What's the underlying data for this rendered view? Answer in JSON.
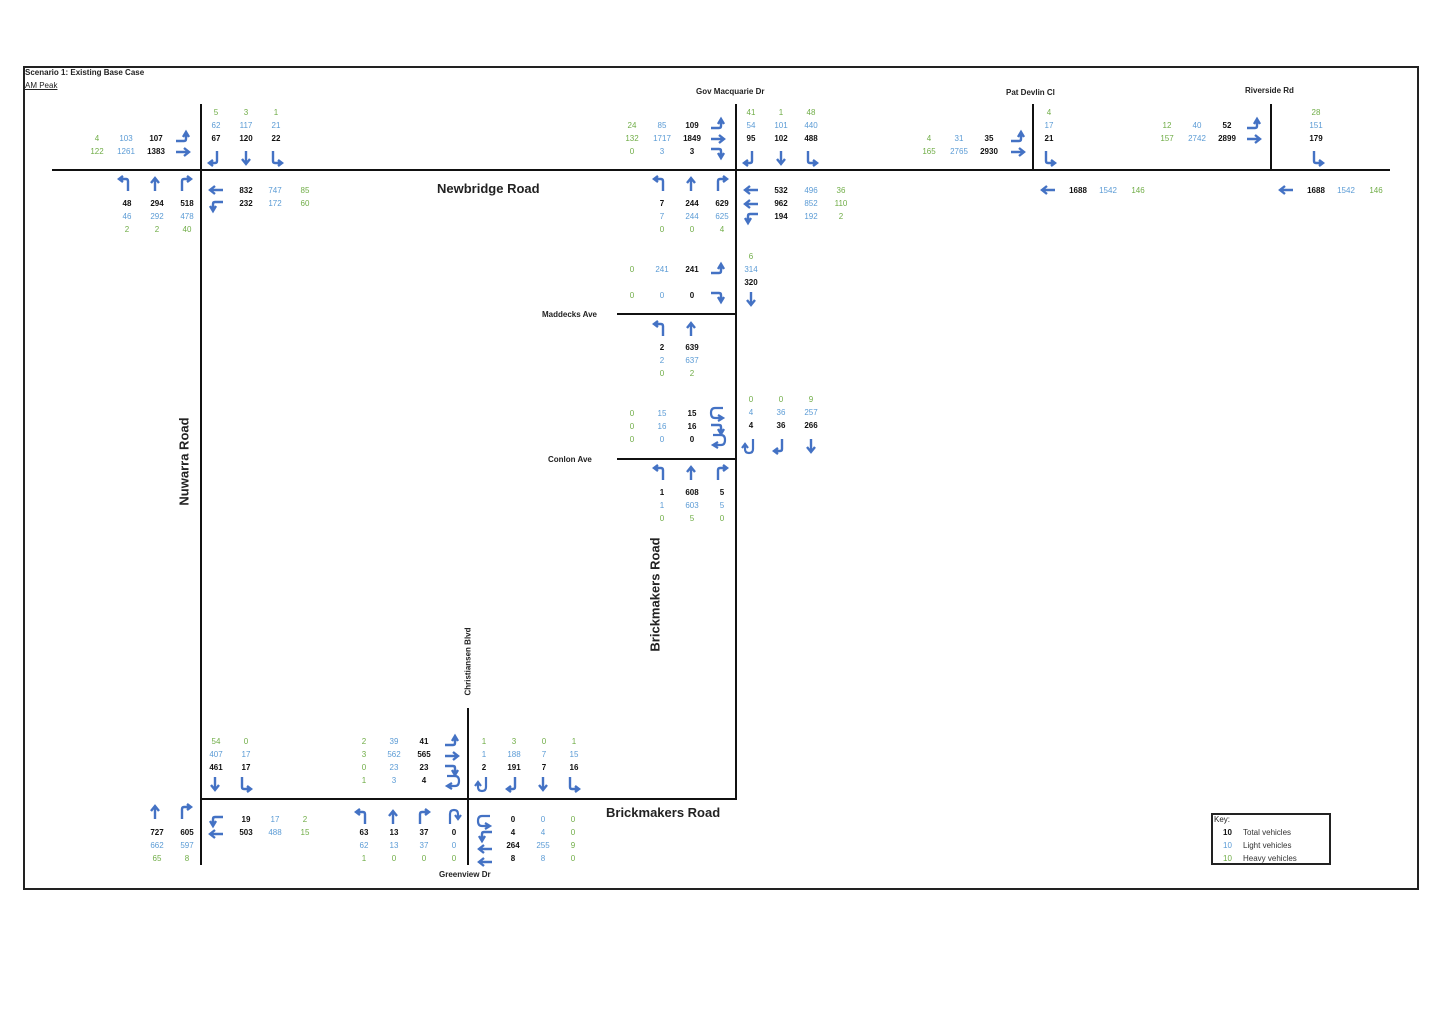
{
  "scenario": {
    "title": "Scenario 1: Existing Base Case",
    "period": "AM Peak"
  },
  "streets": {
    "newbridge": "Newbridge Road",
    "gov_macquarie": "Gov Macquarie Dr",
    "pat_devlin": "Pat Devlin Cl",
    "riverside": "Riverside Rd",
    "nuwarra": "Nuwarra Road",
    "brickmakers_v": "Brickmakers Road",
    "brickmakers_h": "Brickmakers Road",
    "maddecks": "Maddecks Ave",
    "conlon": "Conlon Ave",
    "christiansen": "Christiansen Blvd",
    "greenview": "Greenview Dr"
  },
  "legend": {
    "title": "Key:",
    "total": {
      "num": "10",
      "label": "Total vehicles"
    },
    "light": {
      "num": "10",
      "label": "Light vehicles"
    },
    "heavy": {
      "num": "10",
      "label": "Heavy vehicles"
    }
  },
  "colors": {
    "total": "#111111",
    "light": "#5b9bd5",
    "heavy": "#70ad47",
    "arrow": "#4472c4"
  },
  "approaches": [
    {
      "id": "nuw-n-s",
      "columns": [
        {
          "total": "67",
          "light": "62",
          "heavy": "5"
        },
        {
          "total": "120",
          "light": "117",
          "heavy": "3"
        },
        {
          "total": "22",
          "light": "21",
          "heavy": "1"
        }
      ]
    },
    {
      "id": "nuw-w-e",
      "rows": [
        {
          "total": "107",
          "light": "103",
          "heavy": "4"
        },
        {
          "total": "1383",
          "light": "1261",
          "heavy": "122"
        }
      ]
    },
    {
      "id": "nuw-e-w",
      "rows": [
        {
          "total": "832",
          "light": "747",
          "heavy": "85"
        },
        {
          "total": "232",
          "light": "172",
          "heavy": "60"
        }
      ]
    },
    {
      "id": "nuw-s-n",
      "columns": [
        {
          "total": "48",
          "light": "46",
          "heavy": "2"
        },
        {
          "total": "294",
          "light": "292",
          "heavy": "2"
        },
        {
          "total": "518",
          "light": "478",
          "heavy": "40"
        }
      ]
    },
    {
      "id": "gov-n-s",
      "columns": [
        {
          "total": "95",
          "light": "54",
          "heavy": "41"
        },
        {
          "total": "102",
          "light": "101",
          "heavy": "1"
        },
        {
          "total": "488",
          "light": "440",
          "heavy": "48"
        }
      ]
    },
    {
      "id": "gov-w-e",
      "rows": [
        {
          "total": "109",
          "light": "85",
          "heavy": "24"
        },
        {
          "total": "1849",
          "light": "1717",
          "heavy": "132"
        },
        {
          "total": "3",
          "light": "3",
          "heavy": "0"
        }
      ]
    },
    {
      "id": "gov-e-w",
      "rows": [
        {
          "total": "532",
          "light": "496",
          "heavy": "36"
        },
        {
          "total": "962",
          "light": "852",
          "heavy": "110"
        },
        {
          "total": "194",
          "light": "192",
          "heavy": "2"
        }
      ]
    },
    {
      "id": "gov-s-n",
      "columns": [
        {
          "total": "7",
          "light": "7",
          "heavy": "0"
        },
        {
          "total": "244",
          "light": "244",
          "heavy": "0"
        },
        {
          "total": "629",
          "light": "625",
          "heavy": "4"
        }
      ]
    },
    {
      "id": "pat-w-e",
      "rows": [
        {
          "total": "35",
          "light": "31",
          "heavy": "4"
        },
        {
          "total": "2930",
          "light": "2765",
          "heavy": "165"
        }
      ]
    },
    {
      "id": "pat-n-s",
      "columns": [
        {
          "total": "21",
          "light": "17",
          "heavy": "4"
        }
      ]
    },
    {
      "id": "pat-e-w",
      "rows": [
        {
          "total": "1688",
          "light": "1542",
          "heavy": "146"
        }
      ]
    },
    {
      "id": "riv-w-e",
      "rows": [
        {
          "total": "52",
          "light": "40",
          "heavy": "12"
        },
        {
          "total": "2899",
          "light": "2742",
          "heavy": "157"
        }
      ]
    },
    {
      "id": "riv-n-s",
      "columns": [
        {
          "total": "179",
          "light": "151",
          "heavy": "28"
        }
      ]
    },
    {
      "id": "riv-e-w",
      "rows": [
        {
          "total": "1688",
          "light": "1542",
          "heavy": "146"
        }
      ]
    },
    {
      "id": "mad-w",
      "rows": [
        {
          "total": "241",
          "light": "241",
          "heavy": "0"
        },
        {
          "total": "0",
          "light": "0",
          "heavy": "0"
        }
      ]
    },
    {
      "id": "mad-n-s",
      "columns": [
        {
          "total": "320",
          "light": "314",
          "heavy": "6"
        }
      ]
    },
    {
      "id": "mad-s-n",
      "columns": [
        {
          "total": "2",
          "light": "2",
          "heavy": "0"
        },
        {
          "total": "639",
          "light": "637",
          "heavy": "2"
        }
      ]
    },
    {
      "id": "con-n-s",
      "columns": [
        {
          "total": "4",
          "light": "4",
          "heavy": "0"
        },
        {
          "total": "36",
          "light": "36",
          "heavy": "0"
        },
        {
          "total": "266",
          "light": "257",
          "heavy": "9"
        }
      ]
    },
    {
      "id": "con-w",
      "rows": [
        {
          "total": "15",
          "light": "15",
          "heavy": "0"
        },
        {
          "total": "16",
          "light": "16",
          "heavy": "0"
        },
        {
          "total": "0",
          "light": "0",
          "heavy": "0"
        }
      ]
    },
    {
      "id": "con-s-n",
      "columns": [
        {
          "total": "1",
          "light": "1",
          "heavy": "0"
        },
        {
          "total": "608",
          "light": "603",
          "heavy": "5"
        },
        {
          "total": "5",
          "light": "5",
          "heavy": "0"
        }
      ]
    },
    {
      "id": "bnw-n-s",
      "columns": [
        {
          "total": "461",
          "light": "407",
          "heavy": "54"
        },
        {
          "total": "17",
          "light": "17",
          "heavy": "0"
        }
      ]
    },
    {
      "id": "bnw-e-w",
      "rows": [
        {
          "total": "19",
          "light": "17",
          "heavy": "2"
        },
        {
          "total": "503",
          "light": "488",
          "heavy": "15"
        }
      ]
    },
    {
      "id": "bnw-s-n",
      "columns": [
        {
          "total": "727",
          "light": "662",
          "heavy": "65"
        },
        {
          "total": "605",
          "light": "597",
          "heavy": "8"
        }
      ]
    },
    {
      "id": "chr-w-e",
      "rows": [
        {
          "total": "41",
          "light": "39",
          "heavy": "2"
        },
        {
          "total": "565",
          "light": "562",
          "heavy": "3"
        },
        {
          "total": "23",
          "light": "23",
          "heavy": "0"
        },
        {
          "total": "4",
          "light": "3",
          "heavy": "1"
        }
      ]
    },
    {
      "id": "chr-n-s",
      "columns": [
        {
          "total": "2",
          "light": "1",
          "heavy": "1"
        },
        {
          "total": "191",
          "light": "188",
          "heavy": "3"
        },
        {
          "total": "7",
          "light": "7",
          "heavy": "0"
        },
        {
          "total": "16",
          "light": "15",
          "heavy": "1"
        }
      ]
    },
    {
      "id": "chr-s-n",
      "columns": [
        {
          "total": "63",
          "light": "62",
          "heavy": "1"
        },
        {
          "total": "13",
          "light": "13",
          "heavy": "0"
        },
        {
          "total": "37",
          "light": "37",
          "heavy": "0"
        },
        {
          "total": "0",
          "light": "0",
          "heavy": "0"
        }
      ]
    },
    {
      "id": "chr-e-w",
      "rows": [
        {
          "total": "0",
          "light": "0",
          "heavy": "0"
        },
        {
          "total": "4",
          "light": "4",
          "heavy": "0"
        },
        {
          "total": "264",
          "light": "255",
          "heavy": "9"
        },
        {
          "total": "8",
          "light": "8",
          "heavy": "0"
        }
      ]
    }
  ]
}
